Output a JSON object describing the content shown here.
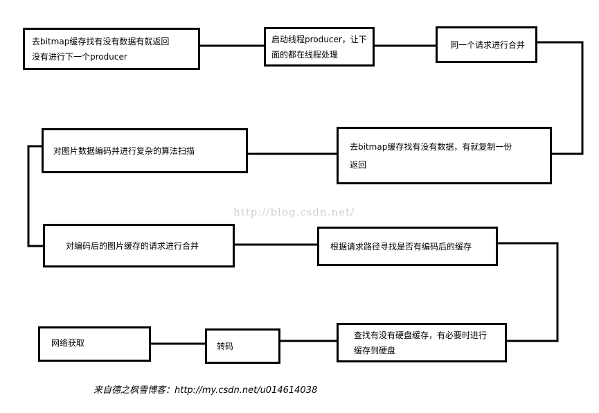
{
  "nodes": {
    "n1": "去bitmap缓存找有没有数据有就返回\n没有进行下一个producer",
    "n2": "启动线程producer，让下\n面的都在线程处理",
    "n3": "同一个请求进行合并",
    "n4": "去bitmap缓存找有没有数据，有就复制一份\n返回",
    "n5": "对图片数据编码并进行复杂的算法扫描",
    "n6": "对编码后的图片缓存的请求进行合并",
    "n7": "根据请求路径寻找是否有编码后的缓存",
    "n8": "查找有没有硬盘缓存，有必要时进行\n缓存到硬盘",
    "n9": "转码",
    "n10": "网络获取"
  },
  "watermark": "http://blog.csdn.net/",
  "footer": "来自德之枫雪博客：http://my.csdn.net/u014614038"
}
